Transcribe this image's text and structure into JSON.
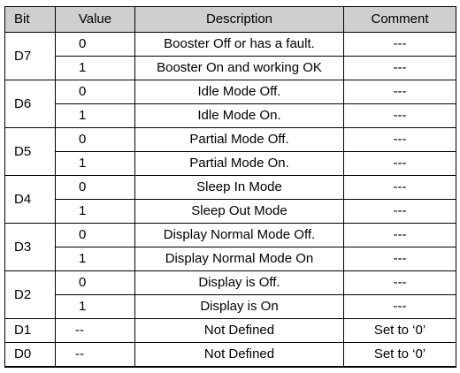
{
  "table": {
    "headers": [
      "Bit",
      "Value",
      "Description",
      "Comment"
    ],
    "groups": [
      {
        "bit": "D7",
        "rows": [
          {
            "value": "0",
            "description": "Booster Off or has a fault.",
            "comment": "---"
          },
          {
            "value": "1",
            "description": "Booster On and working OK",
            "comment": "---"
          }
        ]
      },
      {
        "bit": "D6",
        "rows": [
          {
            "value": "0",
            "description": "Idle Mode Off.",
            "comment": "---"
          },
          {
            "value": "1",
            "description": "Idle Mode On.",
            "comment": "---"
          }
        ]
      },
      {
        "bit": "D5",
        "rows": [
          {
            "value": "0",
            "description": "Partial Mode Off.",
            "comment": "---"
          },
          {
            "value": "1",
            "description": "Partial Mode On.",
            "comment": "---"
          }
        ]
      },
      {
        "bit": "D4",
        "rows": [
          {
            "value": "0",
            "description": "Sleep In Mode",
            "comment": "---"
          },
          {
            "value": "1",
            "description": "Sleep Out Mode",
            "comment": "---"
          }
        ]
      },
      {
        "bit": "D3",
        "rows": [
          {
            "value": "0",
            "description": "Display Normal Mode Off.",
            "comment": "---"
          },
          {
            "value": "1",
            "description": "Display Normal Mode On",
            "comment": "---"
          }
        ]
      },
      {
        "bit": "D2",
        "rows": [
          {
            "value": "0",
            "description": "Display is Off.",
            "comment": "---"
          },
          {
            "value": "1",
            "description": "Display is On",
            "comment": "---"
          }
        ]
      },
      {
        "bit": "D1",
        "rows": [
          {
            "value": "--",
            "description": "Not Defined",
            "comment": "Set to ‘0’"
          }
        ]
      },
      {
        "bit": "D0",
        "rows": [
          {
            "value": "--",
            "description": "Not Defined",
            "comment": "Set to ‘0’"
          }
        ]
      }
    ]
  }
}
